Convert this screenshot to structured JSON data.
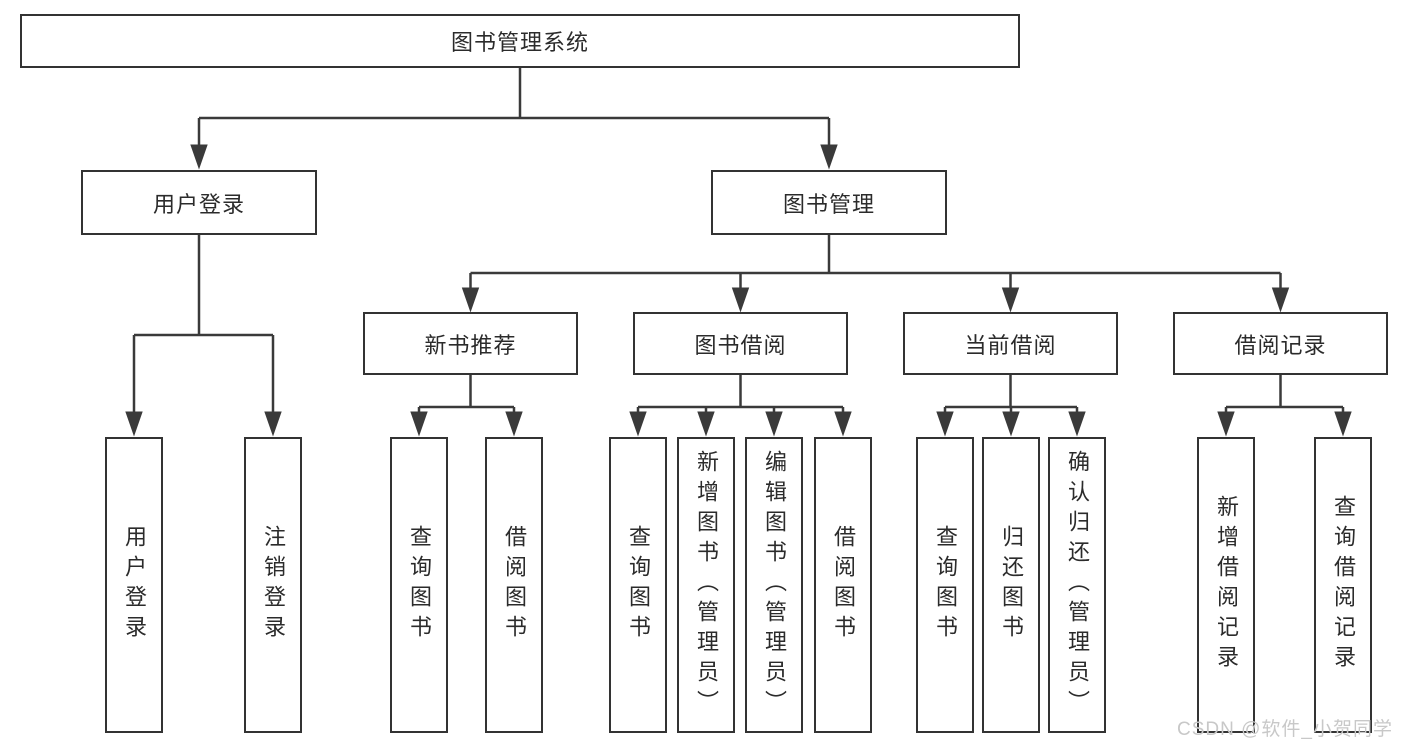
{
  "tree": {
    "label": "图书管理系统",
    "children": [
      {
        "label": "用户登录",
        "children": [
          {
            "label": "用户登录"
          },
          {
            "label": "注销登录"
          }
        ]
      },
      {
        "label": "图书管理",
        "children": [
          {
            "label": "新书推荐",
            "children": [
              {
                "label": "查询图书"
              },
              {
                "label": "借阅图书"
              }
            ]
          },
          {
            "label": "图书借阅",
            "children": [
              {
                "label": "查询图书"
              },
              {
                "label": "新增图书（管理员）"
              },
              {
                "label": "编辑图书（管理员）"
              },
              {
                "label": "借阅图书"
              }
            ]
          },
          {
            "label": "当前借阅",
            "children": [
              {
                "label": "查询图书"
              },
              {
                "label": "归还图书"
              },
              {
                "label": "确认归还（管理员）"
              }
            ]
          },
          {
            "label": "借阅记录",
            "children": [
              {
                "label": "新增借阅记录"
              },
              {
                "label": "查询借阅记录"
              }
            ]
          }
        ]
      }
    ]
  },
  "watermark": "CSDN @软件_小贺同学",
  "colors": {
    "line": "#3a3a3a",
    "box_border": "#333333",
    "text": "#2b2b2b",
    "watermark": "#c8c8c8",
    "background": "#ffffff"
  }
}
